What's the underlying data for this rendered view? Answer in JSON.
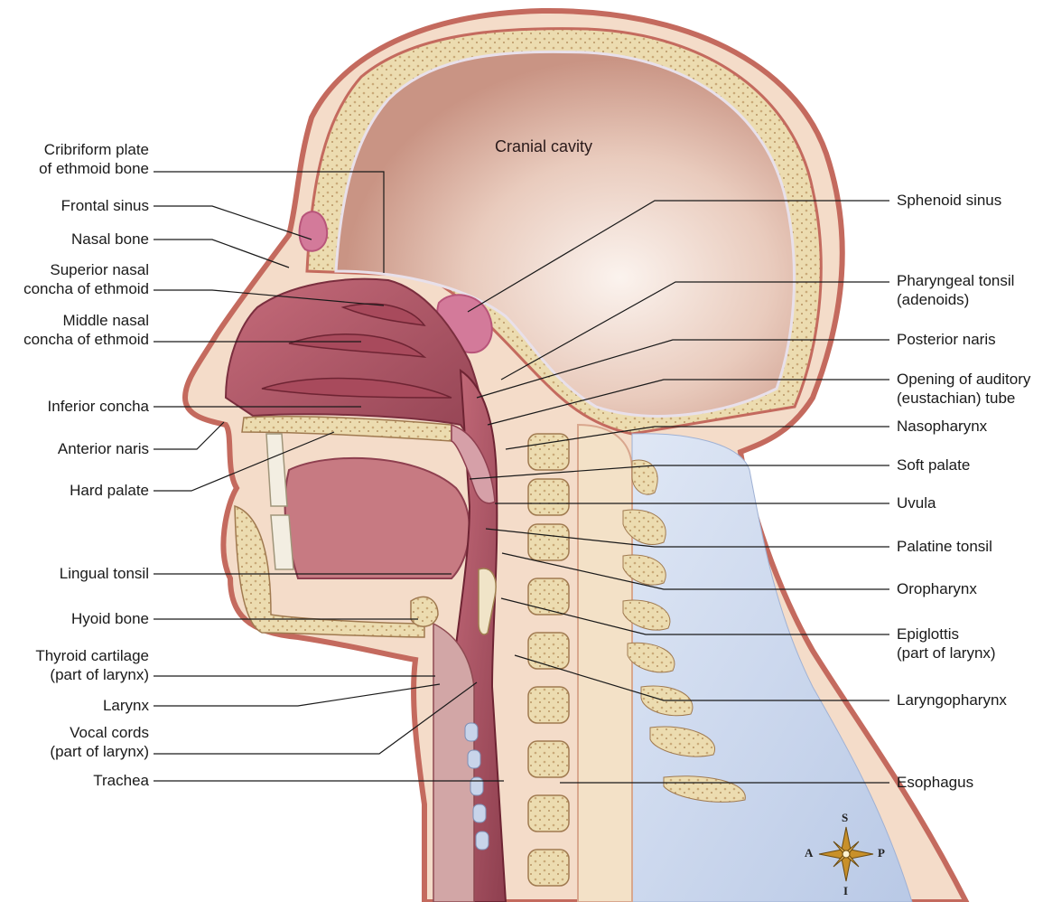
{
  "diagram": {
    "cranial_cavity": "Cranial cavity",
    "left_labels": [
      {
        "id": "cribriform",
        "lines": [
          "Cribriform plate",
          "of ethmoid bone"
        ]
      },
      {
        "id": "frontal_sinus",
        "lines": [
          "Frontal sinus"
        ]
      },
      {
        "id": "nasal_bone",
        "lines": [
          "Nasal bone"
        ]
      },
      {
        "id": "superior_concha",
        "lines": [
          "Superior nasal",
          "concha of ethmoid"
        ]
      },
      {
        "id": "middle_concha",
        "lines": [
          "Middle nasal",
          "concha of ethmoid"
        ]
      },
      {
        "id": "inferior_concha",
        "lines": [
          "Inferior concha"
        ]
      },
      {
        "id": "anterior_naris",
        "lines": [
          "Anterior naris"
        ]
      },
      {
        "id": "hard_palate",
        "lines": [
          "Hard palate"
        ]
      },
      {
        "id": "lingual_tonsil",
        "lines": [
          "Lingual tonsil"
        ]
      },
      {
        "id": "hyoid_bone",
        "lines": [
          "Hyoid bone"
        ]
      },
      {
        "id": "thyroid_cartilage",
        "lines": [
          "Thyroid cartilage",
          "(part of larynx)"
        ]
      },
      {
        "id": "larynx",
        "lines": [
          "Larynx"
        ]
      },
      {
        "id": "vocal_cords",
        "lines": [
          "Vocal cords",
          "(part of larynx)"
        ]
      },
      {
        "id": "trachea",
        "lines": [
          "Trachea"
        ]
      }
    ],
    "right_labels": [
      {
        "id": "sphenoid_sinus",
        "lines": [
          "Sphenoid sinus"
        ]
      },
      {
        "id": "pharyngeal_tonsil",
        "lines": [
          "Pharyngeal tonsil",
          "(adenoids)"
        ]
      },
      {
        "id": "posterior_naris",
        "lines": [
          "Posterior naris"
        ]
      },
      {
        "id": "auditory_tube",
        "lines": [
          "Opening of auditory",
          "(eustachian) tube"
        ]
      },
      {
        "id": "nasopharynx",
        "lines": [
          "Nasopharynx"
        ]
      },
      {
        "id": "soft_palate",
        "lines": [
          "Soft palate"
        ]
      },
      {
        "id": "uvula",
        "lines": [
          "Uvula"
        ]
      },
      {
        "id": "palatine_tonsil",
        "lines": [
          "Palatine tonsil"
        ]
      },
      {
        "id": "oropharynx",
        "lines": [
          "Oropharynx"
        ]
      },
      {
        "id": "epiglottis",
        "lines": [
          "Epiglottis",
          "(part of larynx)"
        ]
      },
      {
        "id": "laryngopharynx",
        "lines": [
          "Laryngopharynx"
        ]
      },
      {
        "id": "esophagus",
        "lines": [
          "Esophagus"
        ]
      }
    ],
    "compass": {
      "superior": "S",
      "inferior": "I",
      "anterior": "A",
      "posterior": "P"
    },
    "colors": {
      "skin": "#c8766a",
      "bone": "#eadcb0",
      "brain_cavity": "#d9b0a0",
      "mucosa": "#b85a6a",
      "cartilage_blue": "#b8c8e0",
      "line": "#1a1a1a"
    }
  }
}
